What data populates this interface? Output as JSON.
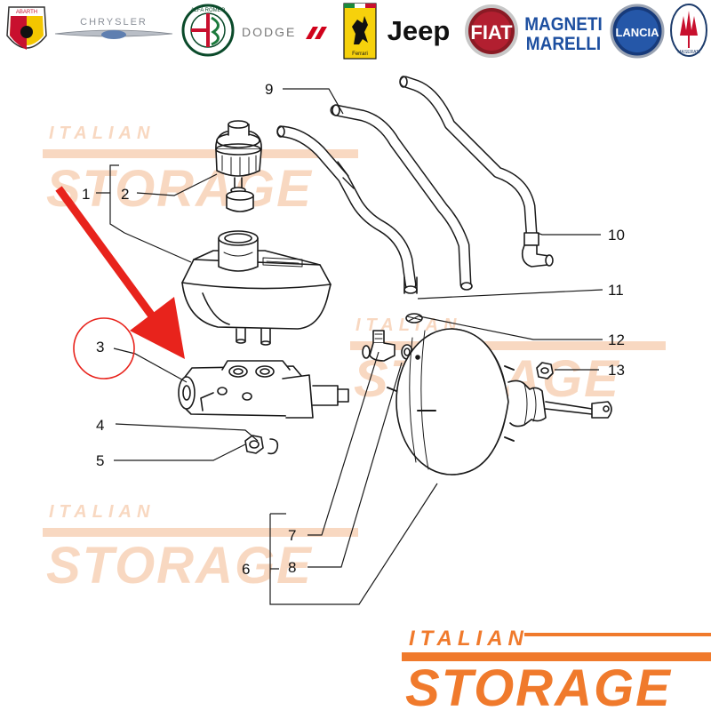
{
  "brands": [
    {
      "name": "ABARTH",
      "color": "#c8102e"
    },
    {
      "name": "CHRYSLER",
      "color": "#8a8f98"
    },
    {
      "name": "ALFA ROMEO",
      "color": "#0a4a2a"
    },
    {
      "name": "DODGE",
      "color": "#7a7a7a"
    },
    {
      "name": "Ferrari",
      "color": "#f6d10c"
    },
    {
      "name": "Jeep",
      "color": "#111111"
    },
    {
      "name": "FIAT",
      "color": "#a3102a"
    },
    {
      "name": "MAGNETI MARELLI",
      "color": "#1d4fa0"
    },
    {
      "name": "LANCIA",
      "color": "#173a7a"
    },
    {
      "name": "MASERATI",
      "color": "#1c3b6b"
    }
  ],
  "watermark": {
    "line1": "ITALIAN",
    "line2": "STORAGE",
    "color": "#f4b98f",
    "footer_color": "#f07a2c"
  },
  "callouts": [
    {
      "id": "1",
      "label": "1"
    },
    {
      "id": "2",
      "label": "2"
    },
    {
      "id": "3",
      "label": "3"
    },
    {
      "id": "4",
      "label": "4"
    },
    {
      "id": "5",
      "label": "5"
    },
    {
      "id": "6",
      "label": "6"
    },
    {
      "id": "7",
      "label": "7"
    },
    {
      "id": "8",
      "label": "8"
    },
    {
      "id": "9",
      "label": "9"
    },
    {
      "id": "10",
      "label": "10"
    },
    {
      "id": "11",
      "label": "11"
    },
    {
      "id": "12",
      "label": "12"
    },
    {
      "id": "13",
      "label": "13"
    }
  ],
  "highlight": {
    "target": "3",
    "arrow_color": "#e8231c",
    "circle_color": "#e8231c"
  }
}
